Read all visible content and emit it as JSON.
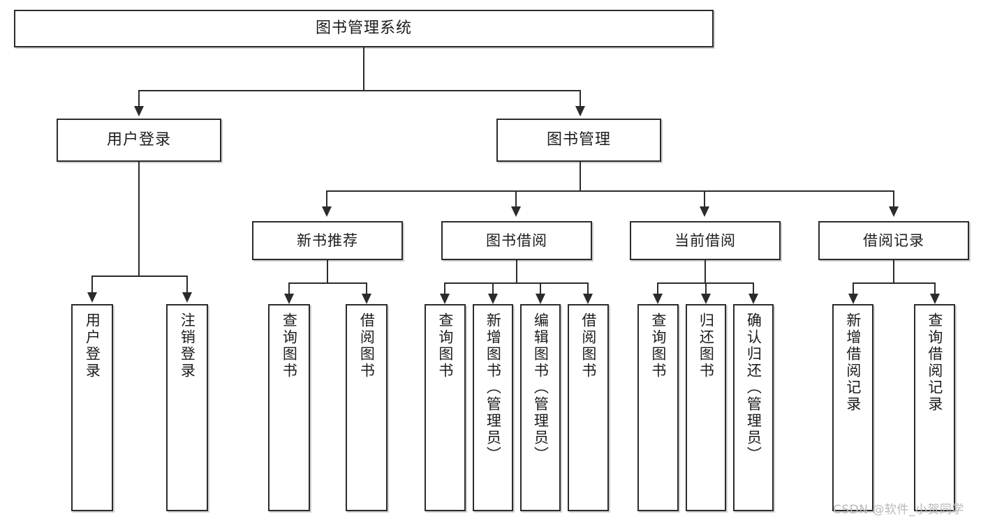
{
  "diagram": {
    "type": "tree-hierarchy",
    "title": "图书管理系统",
    "watermark": "CSDN @软件_小贺同学",
    "colors": {
      "stroke": "#2b2b2b",
      "fill": "#ffffff",
      "text": "#1c1c1c",
      "watermark": "#b8b8b8"
    },
    "levels": {
      "level1": [
        {
          "id": "root",
          "label": "图书管理系统"
        }
      ],
      "level2": [
        {
          "id": "user-login",
          "label": "用户登录"
        },
        {
          "id": "book-manage",
          "label": "图书管理"
        }
      ],
      "level3": [
        {
          "id": "new-book-rec",
          "label": "新书推荐"
        },
        {
          "id": "book-borrow",
          "label": "图书借阅"
        },
        {
          "id": "current-borrow",
          "label": "当前借阅"
        },
        {
          "id": "borrow-record",
          "label": "借阅记录"
        }
      ],
      "level4": [
        {
          "id": "leaf-user-login",
          "label": "用户登录",
          "parent": "user-login"
        },
        {
          "id": "leaf-user-logout",
          "label": "注销登录",
          "parent": "user-login"
        },
        {
          "id": "leaf-query-book-1",
          "label": "查询图书",
          "parent": "new-book-rec"
        },
        {
          "id": "leaf-borrow-book-1",
          "label": "借阅图书",
          "parent": "new-book-rec"
        },
        {
          "id": "leaf-query-book-2",
          "label": "查询图书",
          "parent": "book-borrow"
        },
        {
          "id": "leaf-add-book",
          "label": "新增图书（管理员）",
          "parent": "book-borrow"
        },
        {
          "id": "leaf-edit-book",
          "label": "编辑图书（管理员）",
          "parent": "book-borrow"
        },
        {
          "id": "leaf-borrow-book-2",
          "label": "借阅图书",
          "parent": "book-borrow"
        },
        {
          "id": "leaf-query-book-3",
          "label": "查询图书",
          "parent": "current-borrow"
        },
        {
          "id": "leaf-return-book",
          "label": "归还图书",
          "parent": "current-borrow"
        },
        {
          "id": "leaf-confirm-return",
          "label": "确认归还（管理员）",
          "parent": "current-borrow"
        },
        {
          "id": "leaf-add-record",
          "label": "新增借阅记录",
          "parent": "borrow-record"
        },
        {
          "id": "leaf-query-record",
          "label": "查询借阅记录",
          "parent": "borrow-record"
        }
      ]
    }
  }
}
